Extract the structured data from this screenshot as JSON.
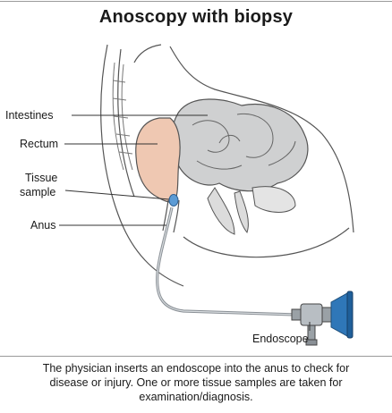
{
  "title": "Anoscopy with biopsy",
  "labels": {
    "intestines": "Intestines",
    "rectum": "Rectum",
    "tissue_sample_line1": "Tissue",
    "tissue_sample_line2": "sample",
    "anus": "Anus",
    "endoscope": "Endoscope"
  },
  "caption": {
    "line1": "The physician inserts an endoscope into the anus to check for",
    "line2": "disease or injury. One or more tissue samples are taken for",
    "line3": "examination/diagnosis."
  },
  "colors": {
    "rectum_fill": "#efc8b2",
    "intestine_fill": "#cfd0d1",
    "endoscope_blue": "#2f77b8",
    "endoscope_gray": "#9aa1a6"
  }
}
